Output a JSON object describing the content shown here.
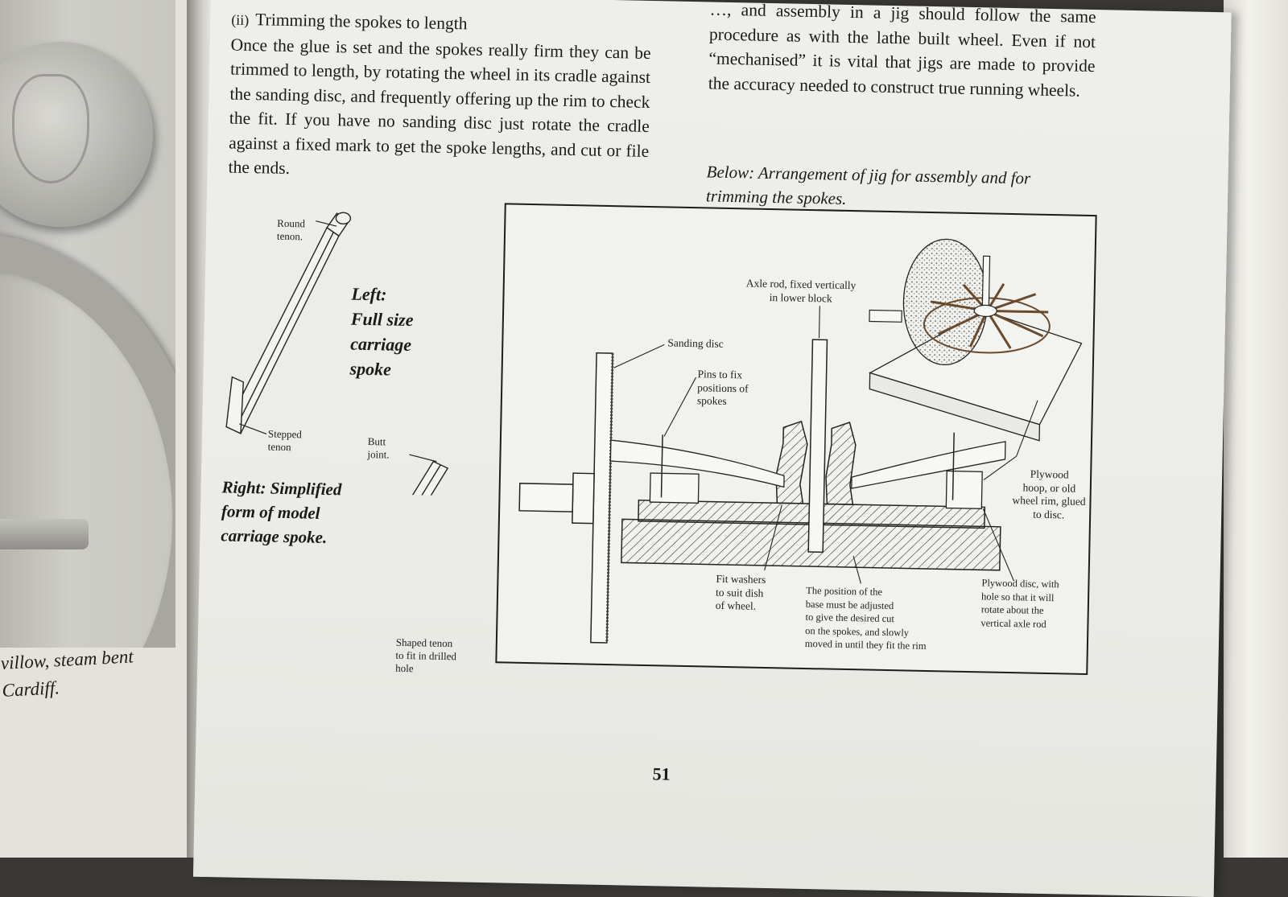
{
  "left_page": {
    "caption_lines": [
      "villow, steam bent",
      "Cardiff."
    ]
  },
  "column_left": {
    "heading_number": "(ii)",
    "heading": "Trimming the spokes to length",
    "body": "Once the glue is set and the spokes really firm they can be trimmed to length, by rotating the wheel in its cradle against the sanding disc, and frequently offering up the rim to check the fit. If you have no sanding disc just rotate the cradle against a fixed mark to get the spoke lengths, and cut or file the ends."
  },
  "column_right": {
    "body": "…, and assembly in a jig should follow the same procedure as with the lathe built wheel. Even if not “mechanised” it is vital that jigs are made to provide the accuracy needed to construct true running wheels.",
    "caption": "Below: Arrangement of jig for assembly and for trimming the spokes."
  },
  "spoke_figure": {
    "caption_left_lines": [
      "Left:",
      "Full size",
      "carriage",
      "spoke"
    ],
    "caption_right_lines": [
      "Right: Simplified",
      "form of model",
      "carriage spoke."
    ],
    "labels": {
      "round_tenon": [
        "Round",
        "tenon."
      ],
      "stepped_tenon": [
        "Stepped",
        "tenon"
      ],
      "butt_joint": [
        "Butt",
        "joint."
      ],
      "shaped_tenon": [
        "Shaped tenon",
        "to fit in drilled",
        "hole"
      ]
    }
  },
  "jig_figure": {
    "labels": {
      "axle_rod": [
        "Axle rod, fixed vertically",
        "in lower block"
      ],
      "sanding_disc": [
        "Sanding disc"
      ],
      "pins": [
        "Pins to fix",
        "positions of",
        "spokes"
      ],
      "plywood_hoop": [
        "Plywood",
        "hoop, or old",
        "wheel rim, glued",
        "to disc."
      ],
      "washers": [
        "Fit washers",
        "to suit dish",
        "of wheel."
      ],
      "base_position": [
        "The position of the",
        "base must be adjusted",
        "to give the desired cut",
        "on the spokes, and slowly",
        "moved in until they fit the rim"
      ],
      "plywood_disc": [
        "Plywood disc, with",
        "hole so that it will",
        "rotate about the",
        "vertical axle rod"
      ]
    }
  },
  "page_number": "51"
}
